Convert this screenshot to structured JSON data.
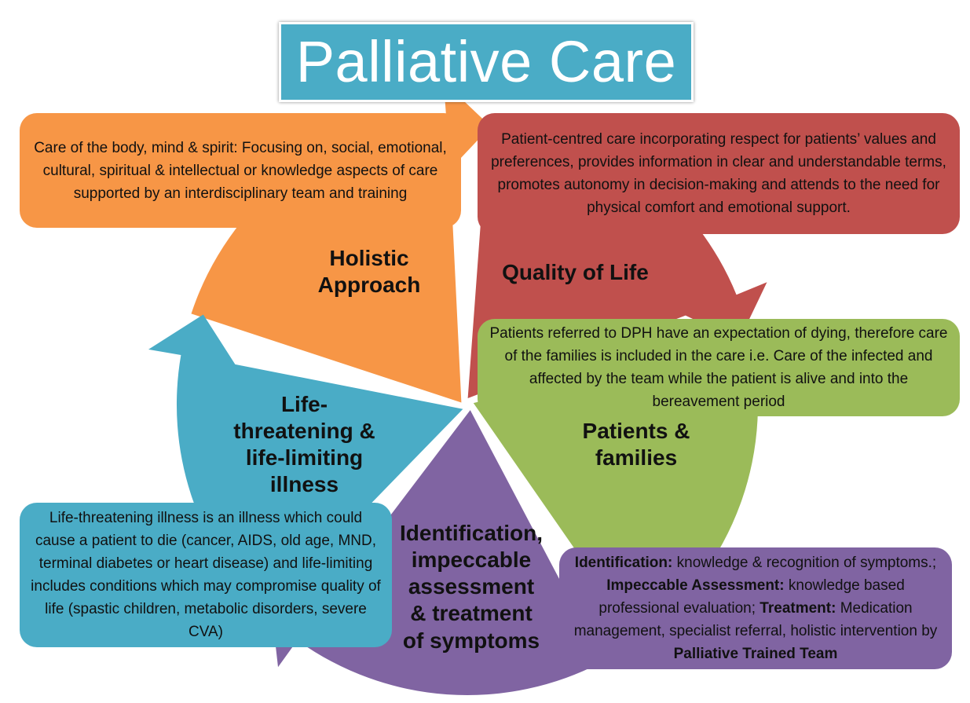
{
  "title": "Palliative Care",
  "colors": {
    "orange": "#f79646",
    "red": "#c0504d",
    "green": "#9bbb59",
    "purple": "#8064a2",
    "teal": "#4aacc6"
  },
  "segments": {
    "holistic": {
      "lines": [
        "Holistic",
        "Approach"
      ]
    },
    "quality": {
      "lines": [
        "Quality of Life"
      ]
    },
    "families": {
      "lines": [
        "Patients  &",
        "families"
      ]
    },
    "symptoms": {
      "lines": [
        "Identification,",
        "impeccable",
        "assessment",
        "& treatment",
        "of symptoms"
      ]
    },
    "illness": {
      "lines": [
        "Life-",
        "threatening &",
        "life-limiting",
        "illness"
      ]
    }
  },
  "boxes": {
    "holistic": "Care of the body, mind & spirit: Focusing on, social, emotional, cultural, spiritual & intellectual or knowledge aspects of care  supported by an interdisciplinary team and training",
    "quality": "Patient-centred care  incorporating respect for patients’ values and preferences, provides information in clear and understandable terms, promotes autonomy in decision-making and attends to the need for physical comfort and emotional support.",
    "families": "Patients referred to DPH have an expectation of dying, therefore care of the families is included in the care i.e. Care of the infected and affected by the team  while the patient is alive and into the bereavement period",
    "illness": "Life-threatening illness is an illness which could cause a patient to die (cancer, AIDS, old age, MND,  terminal diabetes or heart disease) and life-limiting includes conditions which may compromise quality of life (spastic children, metabolic disorders, severe CVA)",
    "symptoms": {
      "identification_label": "Identification:",
      "identification_text": "  knowledge  & recognition of symptoms.;",
      "assessment_label": "Impeccable Assessment:",
      "assessment_text": " knowledge based professional  evaluation; ",
      "treatment_label": "Treatment:",
      "treatment_text": " Medication management, specialist referral, holistic intervention by ",
      "team_label": "Palliative Trained Team"
    }
  }
}
